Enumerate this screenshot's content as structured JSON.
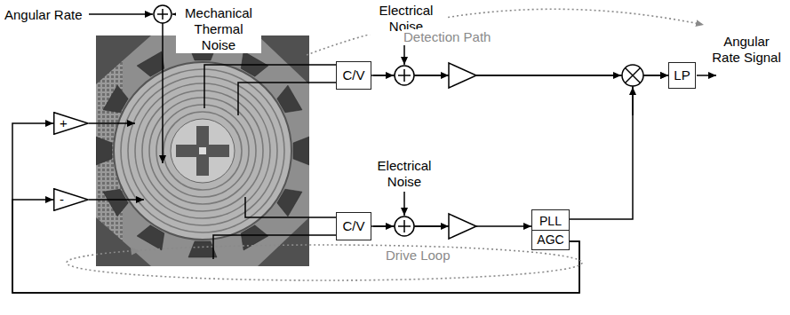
{
  "diagram": {
    "nodes": [
      {
        "text": [
          "+"
        ]
      },
      {
        "text": [
          "-"
        ]
      },
      {
        "text": [
          "C/V"
        ]
      },
      {
        "text": [
          "C/V"
        ]
      },
      {
        "text": [
          "LP"
        ]
      },
      {
        "text": [
          "PLL",
          "AGC"
        ]
      }
    ],
    "edges": [
      {
        "from": 2,
        "to": 4,
        "arrow": "to"
      },
      {
        "from": 3,
        "to": 5,
        "arrow": "to"
      },
      {
        "from": 5,
        "to": 4,
        "arrow": "to"
      },
      {
        "from": 5,
        "to": 0,
        "arrow": "to"
      },
      {
        "from": 5,
        "to": 1,
        "arrow": "to"
      }
    ],
    "labels": [
      "Angular Rate",
      "Mechanical Thermal Noise",
      "Electrical Noise",
      "Detection Path",
      "Angular Rate Signal",
      "Electrical Noise",
      "Drive Loop"
    ]
  }
}
